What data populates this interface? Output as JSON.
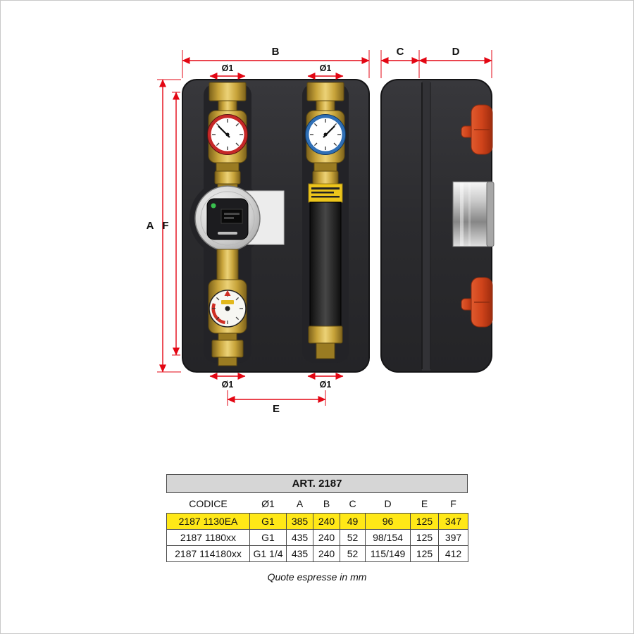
{
  "dims": {
    "a": "A",
    "b": "B",
    "c": "C",
    "d": "D",
    "e": "E",
    "f": "F",
    "dia": "Ø1"
  },
  "table": {
    "title": "ART. 2187",
    "columns": [
      "CODICE",
      "Ø1",
      "A",
      "B",
      "C",
      "D",
      "E",
      "F"
    ],
    "rows": [
      {
        "highlighted": true,
        "cells": [
          "2187 1130EA",
          "G1",
          "385",
          "240",
          "49",
          "96",
          "125",
          "347"
        ]
      },
      {
        "highlighted": false,
        "cells": [
          "2187 1180xx",
          "G1",
          "435",
          "240",
          "52",
          "98/154",
          "125",
          "397"
        ]
      },
      {
        "highlighted": false,
        "cells": [
          "2187 114180xx",
          "G1 1/4",
          "435",
          "240",
          "52",
          "115/149",
          "125",
          "412"
        ]
      }
    ],
    "note": "Quote espresse in mm"
  },
  "colors": {
    "dimension_red": "#e30613",
    "highlight_yellow": "#ffe817",
    "brass": "#c7a339",
    "insulation_dark": "#2b2b2e",
    "handle_orange": "#cf431a",
    "gauge_red_rim": "#c62828",
    "gauge_blue_rim": "#2f6fb6",
    "chrome": "#c9c9c9",
    "sticker_yellow": "#ecc51c",
    "pump_led_green": "#39c14e"
  }
}
